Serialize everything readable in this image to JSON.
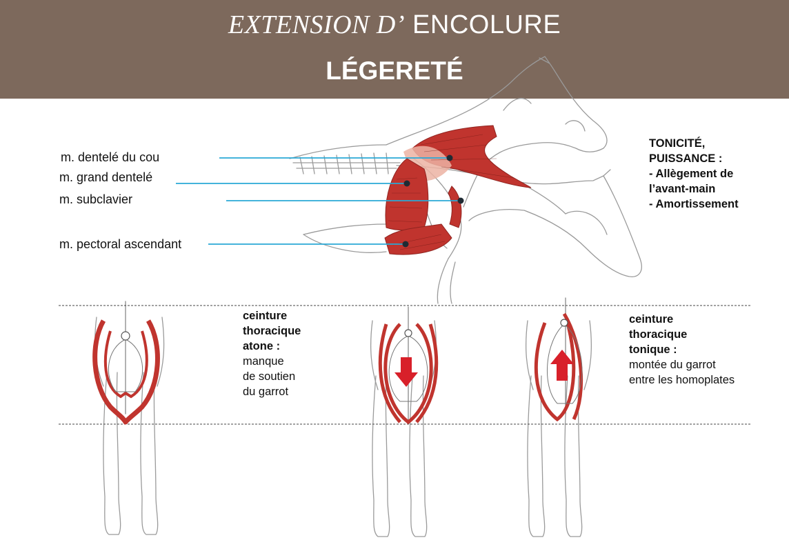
{
  "header": {
    "title_line1_italic": "EXTENSION D’",
    "title_line1_upright": " ENCOLURE",
    "title_line2": "LÉGERETÉ",
    "background_color": "#7d695c"
  },
  "muscle_labels": [
    "m. dentelé du cou",
    "m. grand dentelé",
    "m. subclavier",
    "m. pectoral ascendant"
  ],
  "side_notes": [
    "TONICITÉ,",
    "PUISSANCE :",
    "- Allègement de",
    "l’avant-main",
    "- Amortissement"
  ],
  "caption_atone": {
    "title": [
      "ceinture",
      "thoracique",
      "atone :"
    ],
    "body": [
      "manque",
      "de soutien",
      "du garrot"
    ]
  },
  "caption_tonique": {
    "title": [
      "ceinture",
      "thoracique",
      "tonique :"
    ],
    "body": [
      "montée du garrot",
      "entre les homoplates"
    ]
  },
  "colors": {
    "leader_line": "#29a8d6",
    "muscle": "#c0342e",
    "arrow": "#d8202a",
    "sketch": "#9a9a9a"
  }
}
